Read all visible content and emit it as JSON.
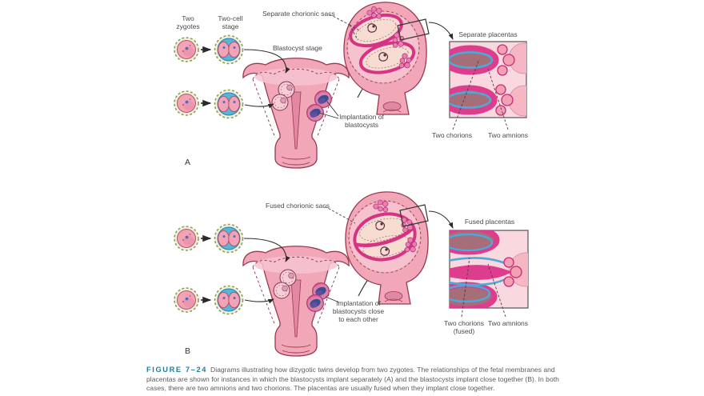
{
  "colors": {
    "figure_label_teal": "#1e7d9c",
    "caption_gray": "#5c5c5c",
    "label_gray": "#4a4a4a",
    "uterus_pink": "#f2a7b8",
    "uterus_light_pink": "#f6c2ce",
    "chorion_magenta": "#dd3d8c",
    "amnion_blue": "#4fa8d8",
    "decidua_mauve": "#a56e78",
    "two_cell_cyan": "#55b6dc",
    "zona_olive": "#8f9c5a"
  },
  "panel_a": {
    "letter": "A",
    "two_zygotes_l1": "Two",
    "two_zygotes_l2": "zygotes",
    "two_cell_l1": "Two-cell",
    "two_cell_l2": "stage",
    "separate_chorionic_sacs": "Separate chorionic sacs",
    "blastocyst_stage": "Blastocyst stage",
    "implantation_l1": "Implantation of",
    "implantation_l2": "blastocysts",
    "separate_placentas": "Separate placentas",
    "two_chorions": "Two chorions",
    "two_amnions": "Two amnions"
  },
  "panel_b": {
    "letter": "B",
    "fused_chorionic_sacs": "Fused chorionic sacs",
    "implantation_l1": "Implantation of",
    "implantation_l2": "blastocysts close",
    "implantation_l3": "to each other",
    "fused_placentas": "Fused placentas",
    "two_chorions_l1": "Two chorions",
    "two_chorions_l2": "(fused)",
    "two_amnions": "Two amnions"
  },
  "caption": {
    "figure_label": "FIGURE 7–24",
    "text": "Diagrams illustrating how dizygotic twins develop from two zygotes. The relationships of the fetal membranes and placentas are shown for instances in which the blastocysts implant separately (A) and the blastocysts implant close together (B). In both cases, there are two amnions and two chorions. The placentas are usually fused when they implant close together."
  }
}
